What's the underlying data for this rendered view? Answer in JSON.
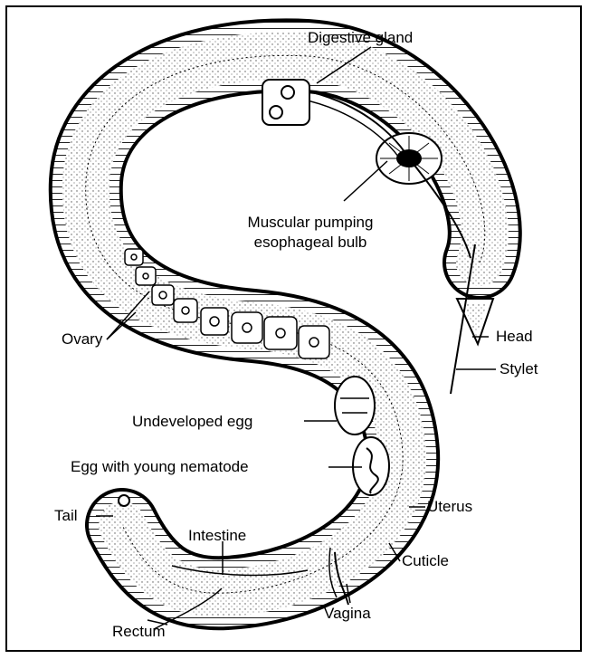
{
  "diagram": {
    "labels": {
      "digestive_gland": "Digestive gland",
      "muscular_bulb_line1": "Muscular pumping",
      "muscular_bulb_line2": "esophageal bulb",
      "ovary": "Ovary",
      "head": "Head",
      "stylet": "Stylet",
      "undeveloped_egg": "Undeveloped egg",
      "egg_with_young": "Egg with young nematode",
      "uterus": "Uterus",
      "tail": "Tail",
      "intestine": "Intestine",
      "cuticle": "Cuticle",
      "vagina": "Vagina",
      "rectum": "Rectum"
    },
    "colors": {
      "ink": "#000000",
      "paper": "#ffffff",
      "stipple": "#555555"
    }
  }
}
